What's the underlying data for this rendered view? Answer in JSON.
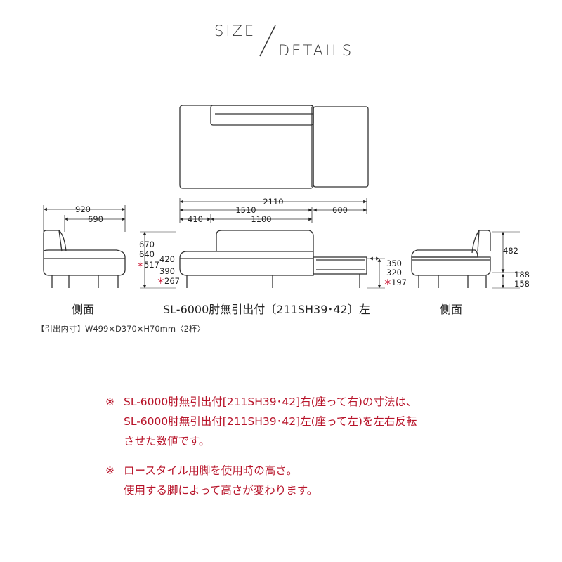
{
  "header": {
    "title_line1": "SIZE",
    "title_line2": "DETAILS"
  },
  "top_view": {
    "dims": {
      "overall": "2110",
      "sofa": "1510",
      "table": "600",
      "arm": "410",
      "seat": "1100"
    }
  },
  "side_view_left": {
    "dims": {
      "depth": "920",
      "seat_depth": "690"
    },
    "caption": "側面"
  },
  "front_view": {
    "heights": {
      "back": "670",
      "back_alt": "640",
      "back_low": "517",
      "seat": "420",
      "seat_alt": "390",
      "seat_low": "267"
    },
    "table_heights": {
      "h1": "350",
      "h2": "320",
      "h3_low": "197"
    },
    "caption": "SL-6000肘無引出付〔211SH39･42〕左"
  },
  "side_view_right": {
    "dims": {
      "back": "482",
      "base": "188",
      "base_low": "158"
    },
    "caption": "側面"
  },
  "asterisk": "＊",
  "drawer_spec": "【引出内寸】W499×D370×H70mm〈2杯〉",
  "notes": [
    {
      "mark": "※",
      "lines": [
        "SL-6000肘無引出付[211SH39･42]右(座って右)の寸法は、",
        "SL-6000肘無引出付[211SH39･42]左(座って左)を左右反転",
        "させた数値です。"
      ]
    },
    {
      "mark": "※",
      "lines": [
        "ロースタイル用脚を使用時の高さ。",
        "使用する脚によって高さが変わります。"
      ]
    }
  ],
  "colors": {
    "accent": "#c8102e",
    "line": "#333333"
  }
}
